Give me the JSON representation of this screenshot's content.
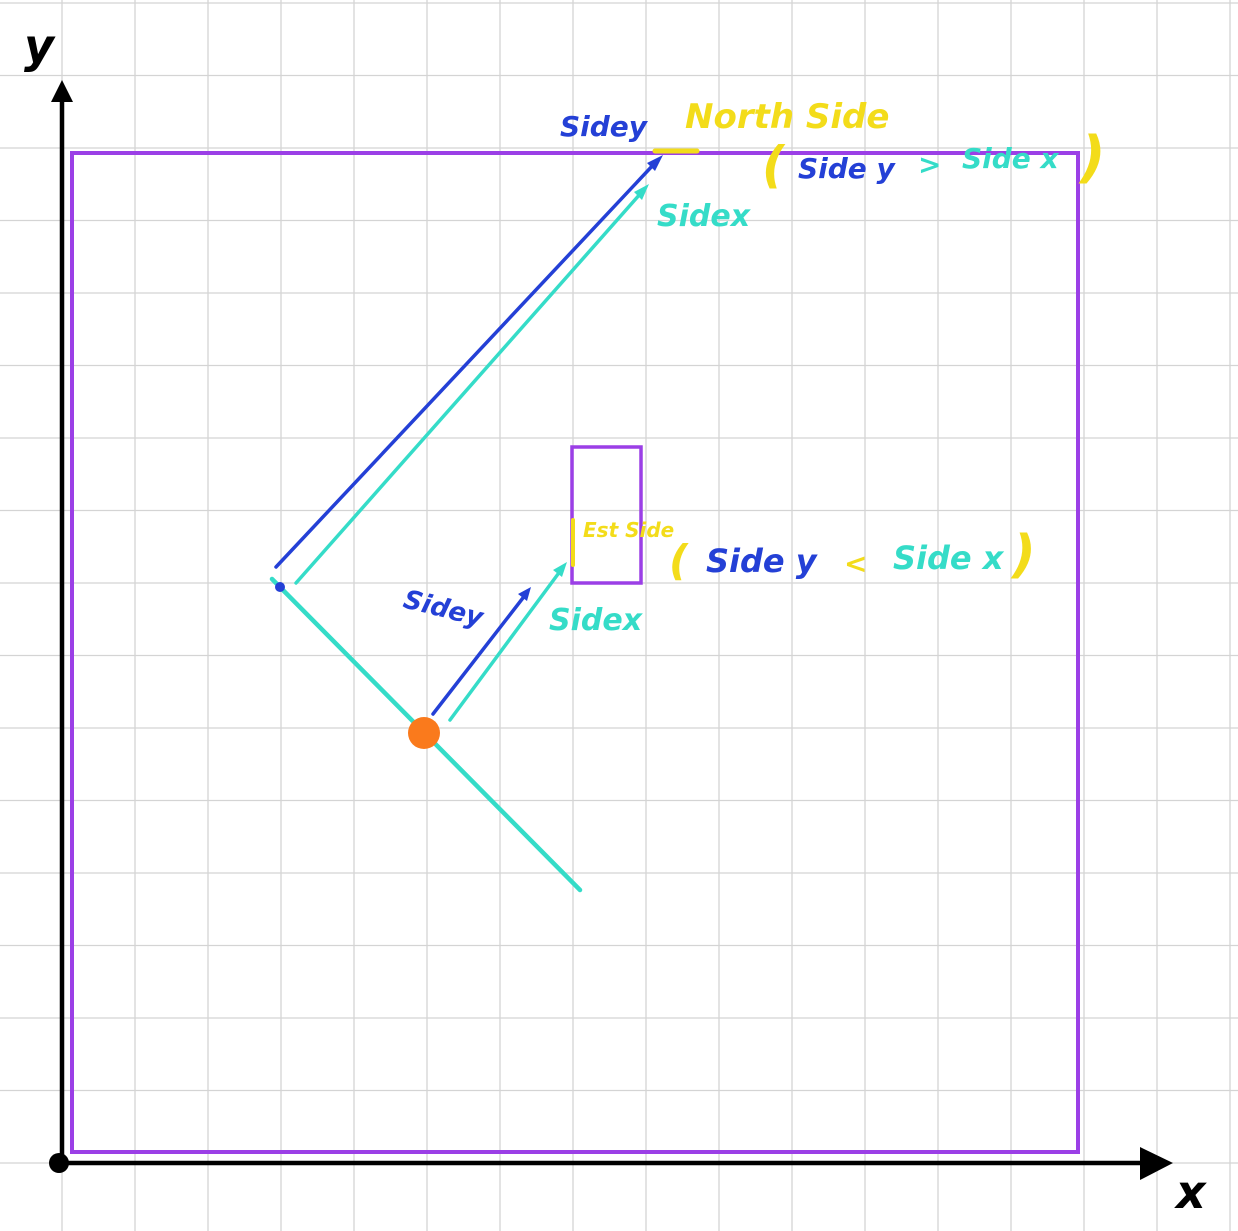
{
  "axes": {
    "y_label": "y",
    "x_label": "x"
  },
  "annotations": {
    "north_side": "North Side",
    "north_sidey": "Sidey",
    "north_sidex": "Sidex",
    "north_open_paren": "(",
    "north_compare_sidey": "Side y",
    "north_compare_op": ">",
    "north_compare_sidex": "Side x",
    "north_close_paren": ")",
    "east_side": "Est Side",
    "east_sidey": "Sidey",
    "east_sidex": "Sidex",
    "east_open_paren": "(",
    "east_compare_sidey": "Side y",
    "east_compare_op": "<",
    "east_compare_sidex": "Side x",
    "east_close_paren": ")"
  },
  "colors": {
    "grid": "#d4d4d4",
    "axis": "#000000",
    "wall": "#9b3fe6",
    "sidey": "#2440d6",
    "sidex": "#35dcc8",
    "highlight": "#f3dc1a",
    "player": "#fa7a1c"
  }
}
